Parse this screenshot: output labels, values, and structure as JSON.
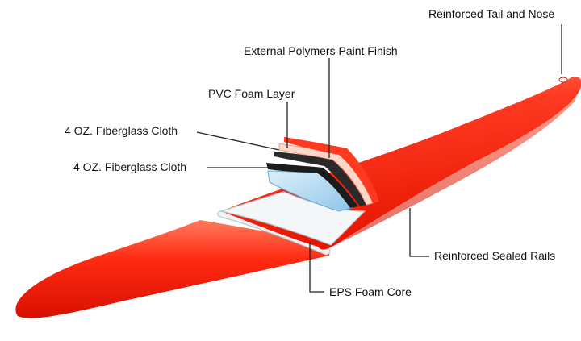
{
  "labels": {
    "tail_nose": "Reinforced Tail and Nose",
    "paint_finish": "External Polymers Paint Finish",
    "pvc_layer": "PVC Foam Layer",
    "fiberglass_upper": "4 OZ. Fiberglass Cloth",
    "fiberglass_lower": "4 OZ. Fiberglass Cloth",
    "rails": "Reinforced Sealed Rails",
    "core": "EPS Foam Core"
  },
  "colors": {
    "board_red": "#ff2a1a",
    "board_light": "#ff8a70",
    "board_dark": "#e01200",
    "fiberglass_dark": "#1c1c1c",
    "fiberglass_blue": "#a8d4f0",
    "foam_core": "#eef3f5",
    "paint_layer": "#ffd0c0",
    "leader_line": "#222222"
  }
}
